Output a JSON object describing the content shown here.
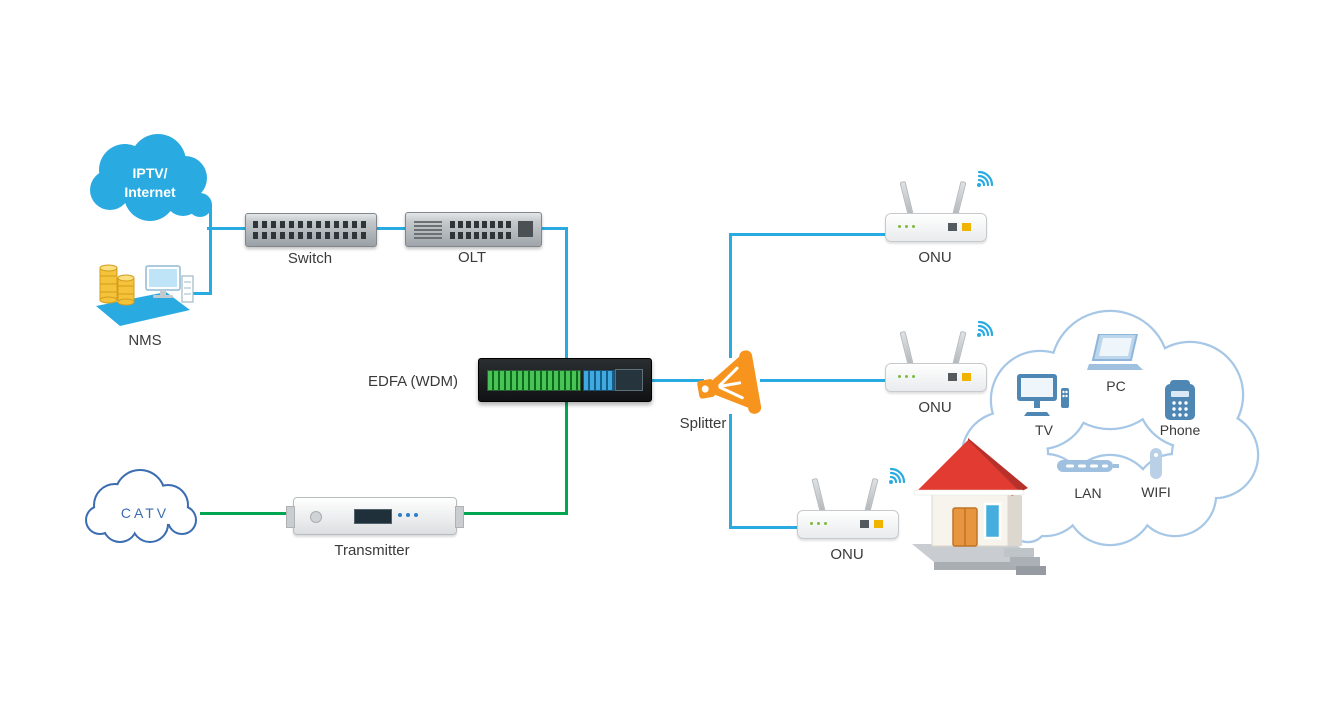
{
  "diagram": {
    "colors": {
      "fiber_blue": "#29abe2",
      "fiber_green": "#00a651",
      "cloud_fill": "#29abe2",
      "catv_cloud_stroke": "#3b6db0",
      "services_cloud_stroke": "#a6c7e6",
      "splitter_orange": "#f7941e",
      "roof_red": "#e23b32",
      "label_color": "#3a3a3a"
    },
    "nodes": {
      "internet_cloud": {
        "label": "IPTV/\nInternet"
      },
      "nms": {
        "label": "NMS"
      },
      "switch": {
        "label": "Switch"
      },
      "olt": {
        "label": "OLT"
      },
      "edfa": {
        "label": "EDFA (WDM)"
      },
      "splitter": {
        "label": "Splitter"
      },
      "onu_top": {
        "label": "ONU"
      },
      "onu_middle": {
        "label": "ONU"
      },
      "onu_bottom": {
        "label": "ONU"
      },
      "catv_cloud": {
        "label": "CATV"
      },
      "transmitter": {
        "label": "Transmitter"
      },
      "services": {
        "tv": {
          "label": "TV"
        },
        "pc": {
          "label": "PC"
        },
        "phone": {
          "label": "Phone"
        },
        "lan": {
          "label": "LAN"
        },
        "wifi": {
          "label": "WIFI"
        }
      }
    }
  }
}
